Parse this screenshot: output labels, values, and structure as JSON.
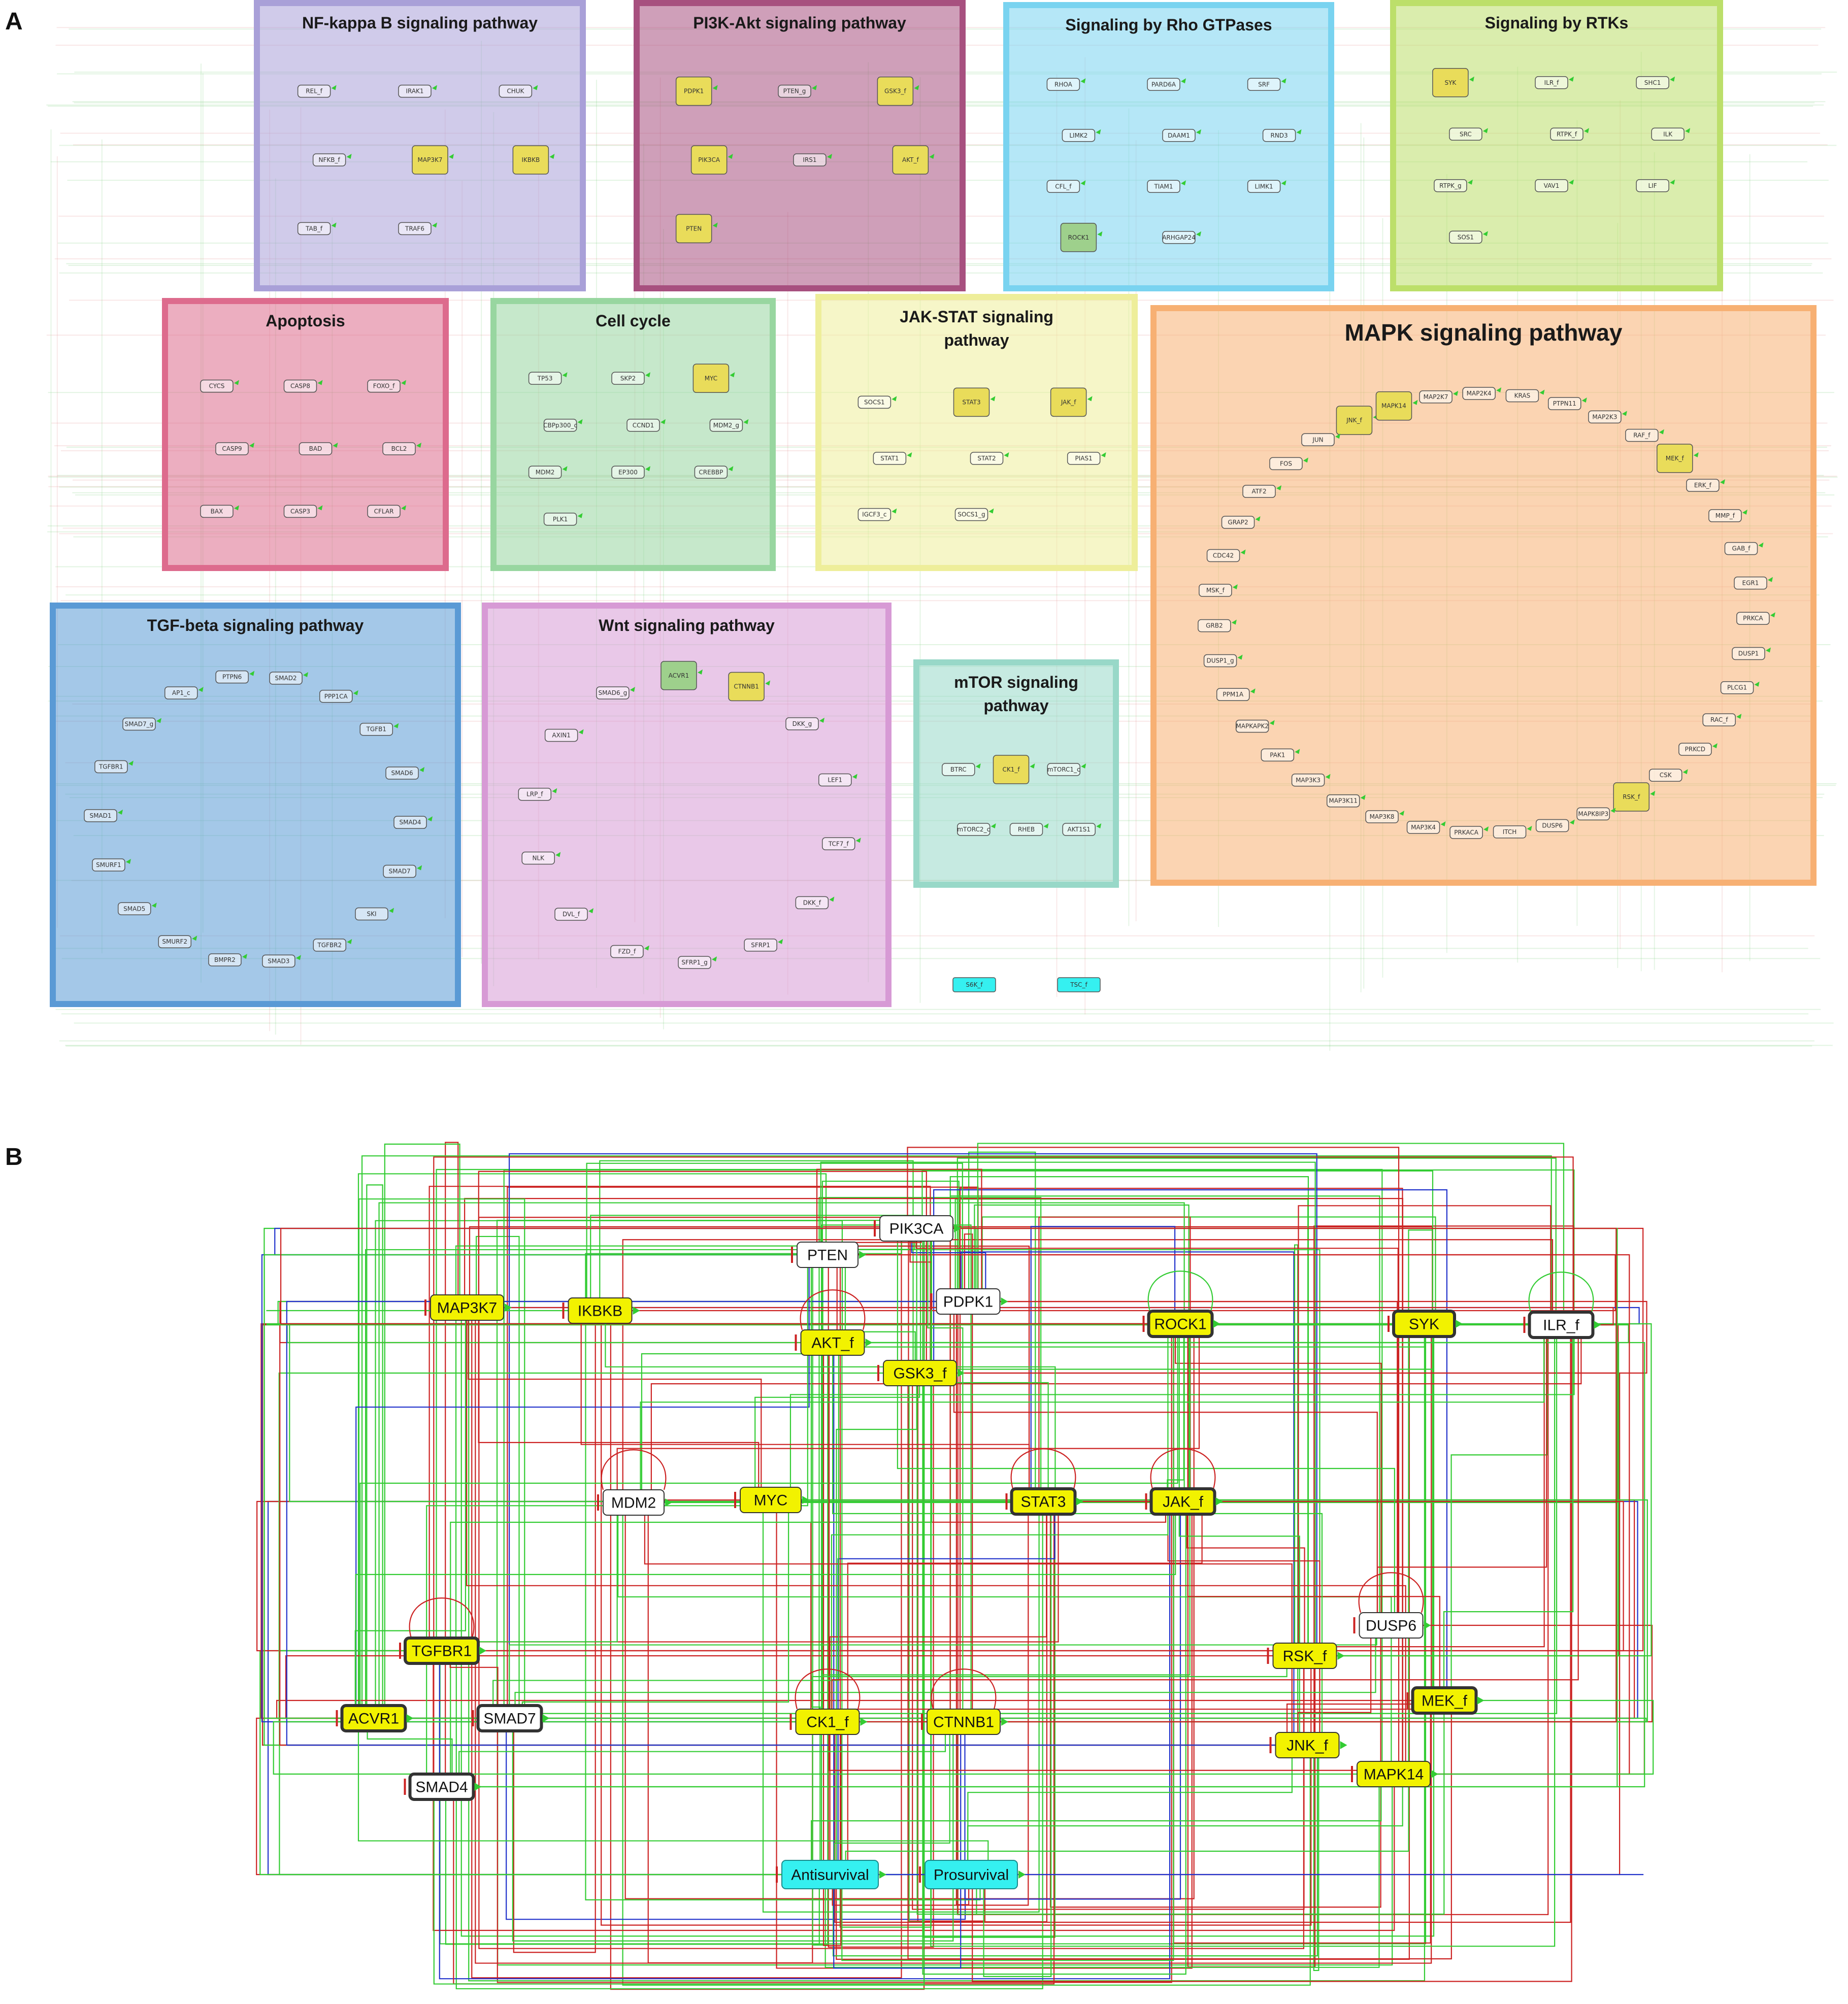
{
  "panels": {
    "a_label": "A",
    "b_label": "B"
  },
  "colors": {
    "activation": "#33cc33",
    "inhibition": "#cc2222",
    "dual": "#2233cc",
    "highlight": "#f2f200",
    "output": "#35f0f0",
    "plain": "#ffffff"
  },
  "groups": [
    {
      "id": "nfkb",
      "title": [
        "NF-kappa B signaling pathway"
      ],
      "color": "#a9a0d8"
    },
    {
      "id": "pi3k",
      "title": [
        "PI3K-Akt signaling pathway"
      ],
      "color": "#a7507f"
    },
    {
      "id": "rho",
      "title": [
        "Signaling by Rho GTPases"
      ],
      "color": "#79d3f0"
    },
    {
      "id": "rtk",
      "title": [
        "Signaling by RTKs"
      ],
      "color": "#bcdf6a"
    },
    {
      "id": "apop",
      "title": [
        "Apoptosis"
      ],
      "color": "#dd6b8d"
    },
    {
      "id": "cell",
      "title": [
        "Cell cycle"
      ],
      "color": "#98d6a0"
    },
    {
      "id": "jak",
      "title": [
        "JAK-STAT signaling",
        "pathway"
      ],
      "color": "#eeee9a"
    },
    {
      "id": "mapk",
      "title": [
        "MAPK signaling pathway"
      ],
      "color": "#f7b073"
    },
    {
      "id": "tgf",
      "title": [
        "TGF-beta signaling pathway"
      ],
      "color": "#5a9ad5"
    },
    {
      "id": "wnt",
      "title": [
        "Wnt signaling pathway"
      ],
      "color": "#d79ad5"
    },
    {
      "id": "mtor",
      "title": [
        "mTOR signaling",
        "pathway"
      ],
      "color": "#98d8c8"
    }
  ],
  "nodes_a": [
    "REL_f",
    "IRAK1",
    "CHUK",
    "NFKB_f",
    "MAP3K7",
    "IKBKB",
    "TAB_f",
    "TRAF6",
    "PDPK1",
    "PTEN_g",
    "GSK3_f",
    "PIK3CA",
    "IRS1",
    "AKT_f",
    "PTEN",
    "RHOA",
    "PARD6A",
    "SRF",
    "LIMK2",
    "DAAM1",
    "RND3",
    "CFL_f",
    "TIAM1",
    "LIMK1",
    "ROCK1",
    "ARHGAP24",
    "SYK",
    "ILR_f",
    "SHC1",
    "SRC",
    "RTPK_f",
    "ILK",
    "RTPK_g",
    "VAV1",
    "LIF",
    "SOS1",
    "CYCS",
    "CASP8",
    "FOXO_f",
    "CASP9",
    "BAD",
    "BCL2",
    "BAX",
    "CASP3",
    "CFLAR",
    "TP53",
    "SKP2",
    "MYC",
    "CBPp300_c",
    "CCND1",
    "MDM2_g",
    "MDM2",
    "EP300",
    "CREBBP",
    "PLK1",
    "SOCS1",
    "STAT3",
    "JAK_f",
    "STAT1",
    "STAT2",
    "PIAS1",
    "IGCF3_c",
    "SOCS1_g",
    "JNK_f",
    "MAPK14",
    "MAP2K7",
    "MAP2K4",
    "KRAS",
    "PTPN11",
    "MAP2K3",
    "RAF_f",
    "MEK_f",
    "ERK_f",
    "MMP_f",
    "GAB_f",
    "EGR1",
    "PRKCA",
    "DUSP1",
    "PLCG1",
    "RAC_f",
    "PRKCD",
    "CSK",
    "RSK_f",
    "MAPK8IP3",
    "DUSP6",
    "ITCH",
    "PRKACA",
    "MAP3K4",
    "MAP3K8",
    "MAP3K11",
    "MAP3K3",
    "PAK1",
    "MAPKAPK2",
    "PPM1A",
    "DUSP1_g",
    "GRB2",
    "MSK_f",
    "CDC42",
    "GRAP2",
    "ATF2",
    "FOS",
    "JUN",
    "AP1_c",
    "PTPN6",
    "SMAD2",
    "PPP1CA",
    "TGFB1",
    "SMAD6",
    "SMAD4",
    "SMAD7",
    "SKI",
    "TGFBR2",
    "SMAD3",
    "BMPR2",
    "SMURF2",
    "SMAD5",
    "SMURF1",
    "SMAD1",
    "TGFBR1",
    "SMAD7_g",
    "SMAD6_g",
    "ACVR1",
    "CTNNB1",
    "DKK_g",
    "LEF1",
    "TCF7_f",
    "DKK_f",
    "SFRP1",
    "SFRP1_g",
    "FZD_f",
    "DVL_f",
    "NLK",
    "LRP_f",
    "AXIN1",
    "BTRC",
    "CK1_f",
    "mTORC1_c",
    "mTORC2_c",
    "RHEB",
    "AKT1S1",
    "S6K_f",
    "TSC_f",
    "Antisurvival",
    "Prosurvival"
  ],
  "nodes_b": [
    {
      "id": "PIK3CA",
      "label": "PIK3CA",
      "style": "plain"
    },
    {
      "id": "PTEN",
      "label": "PTEN",
      "style": "plain"
    },
    {
      "id": "PDPK1",
      "label": "PDPK1",
      "style": "plain"
    },
    {
      "id": "MAP3K7",
      "label": "MAP3K7",
      "style": "yellow"
    },
    {
      "id": "IKBKB",
      "label": "IKBKB",
      "style": "yellow"
    },
    {
      "id": "AKT_f",
      "label": "AKT_f",
      "style": "yellow"
    },
    {
      "id": "GSK3_f",
      "label": "GSK3_f",
      "style": "yellow"
    },
    {
      "id": "ROCK1",
      "label": "ROCK1",
      "style": "yellow-bold"
    },
    {
      "id": "SYK",
      "label": "SYK",
      "style": "yellow-bold"
    },
    {
      "id": "ILR_f",
      "label": "ILR_f",
      "style": "plain-bold"
    },
    {
      "id": "MDM2",
      "label": "MDM2",
      "style": "plain"
    },
    {
      "id": "MYC",
      "label": "MYC",
      "style": "yellow"
    },
    {
      "id": "STAT3",
      "label": "STAT3",
      "style": "yellow-bold"
    },
    {
      "id": "JAK_f",
      "label": "JAK_f",
      "style": "yellow-bold"
    },
    {
      "id": "DUSP6",
      "label": "DUSP6",
      "style": "plain"
    },
    {
      "id": "RSK_f",
      "label": "RSK_f",
      "style": "yellow"
    },
    {
      "id": "MEK_f",
      "label": "MEK_f",
      "style": "yellow-bold"
    },
    {
      "id": "JNK_f",
      "label": "JNK_f",
      "style": "yellow"
    },
    {
      "id": "MAPK14",
      "label": "MAPK14",
      "style": "yellow"
    },
    {
      "id": "TGFBR1",
      "label": "TGFBR1",
      "style": "yellow-bold"
    },
    {
      "id": "ACVR1",
      "label": "ACVR1",
      "style": "yellow-bold"
    },
    {
      "id": "SMAD7",
      "label": "SMAD7",
      "style": "plain-bold"
    },
    {
      "id": "SMAD4",
      "label": "SMAD4",
      "style": "plain-bold"
    },
    {
      "id": "CK1_f",
      "label": "CK1_f",
      "style": "yellow"
    },
    {
      "id": "CTNNB1",
      "label": "CTNNB1",
      "style": "yellow"
    },
    {
      "id": "Antisurvival",
      "label": "Antisurvival",
      "style": "cyan"
    },
    {
      "id": "Prosurvival",
      "label": "Prosurvival",
      "style": "cyan"
    }
  ]
}
